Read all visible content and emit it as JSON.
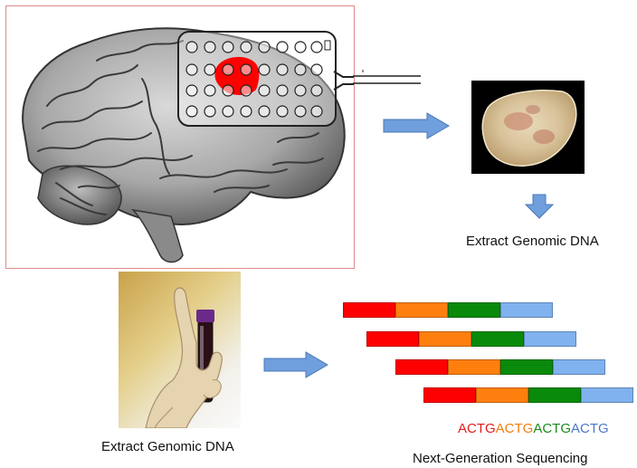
{
  "captions": {
    "tissue": "Extract Genomic DNA",
    "blood": "Extract Genomic DNA",
    "ngs": "Next-Generation Sequencing"
  },
  "sequence": [
    {
      "text": "ACTG",
      "color": "#e31a1c"
    },
    {
      "text": "ACTG",
      "color": "#f57d10"
    },
    {
      "text": "ACTG",
      "color": "#1a8a1a"
    },
    {
      "text": "ACTG",
      "color": "#4a78c8"
    }
  ],
  "colors": {
    "red": "#ff0000",
    "orange": "#ff7f0e",
    "green": "#0a8a0a",
    "blue": "#7fb2ee",
    "arrow": "#6f9fdc"
  },
  "icons": [
    "brain-icon",
    "electrode-grid-icon",
    "tissue-sample-icon",
    "blood-tube-icon",
    "arrow-right-icon",
    "arrow-down-icon"
  ]
}
